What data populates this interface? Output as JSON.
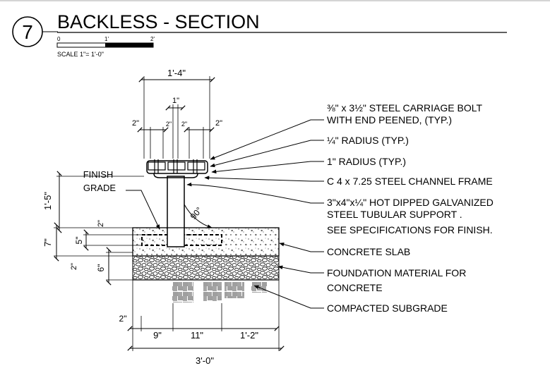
{
  "header": {
    "number": "7",
    "title": "BACKLESS - SECTION",
    "scale_label": "SCALE 1\"= 1'-0\"",
    "scale_ticks": [
      "0",
      "1'",
      "2'"
    ]
  },
  "dimensions": {
    "top_width": "1'-4\"",
    "bolt_gap": "1\"",
    "edge_left": "2\"",
    "inner_left": "2\"",
    "inner_right": "2\"",
    "edge_right": "2\"",
    "height_above_grade": "1'-5\"",
    "slab_thickness": "7\"",
    "frame_depth": "5\"",
    "frame_cover": "2\"",
    "gravel_depth": "6\"",
    "gravel_offset": "2\"",
    "base_offset": "2\"",
    "base_left": "9\"",
    "base_mid": "11\"",
    "base_right": "1'-2\"",
    "overall_width": "3'-0\"",
    "angle": "90°"
  },
  "labels": {
    "finish_grade_1": "FINISH",
    "finish_grade_2": "GRADE"
  },
  "callouts": [
    {
      "lines": [
        "⅜\" x 3½\" STEEL CARRIAGE BOLT",
        "WITH END PEENED, (TYP.)"
      ]
    },
    {
      "lines": [
        "¼\" RADIUS (TYP.)"
      ]
    },
    {
      "lines": [
        "1\" RADIUS (TYP.)"
      ]
    },
    {
      "lines": [
        "C 4 x 7.25 STEEL CHANNEL FRAME"
      ]
    },
    {
      "lines": [
        "3\"x4\"x¼\" HOT DIPPED GALVANIZED",
        "STEEL TUBULAR SUPPORT .",
        "SEE SPECIFICATIONS FOR FINISH."
      ]
    },
    {
      "lines": [
        "CONCRETE SLAB"
      ]
    },
    {
      "lines": [
        "FOUNDATION MATERIAL FOR",
        "CONCRETE"
      ]
    },
    {
      "lines": [
        "COMPACTED SUBGRADE"
      ]
    }
  ]
}
